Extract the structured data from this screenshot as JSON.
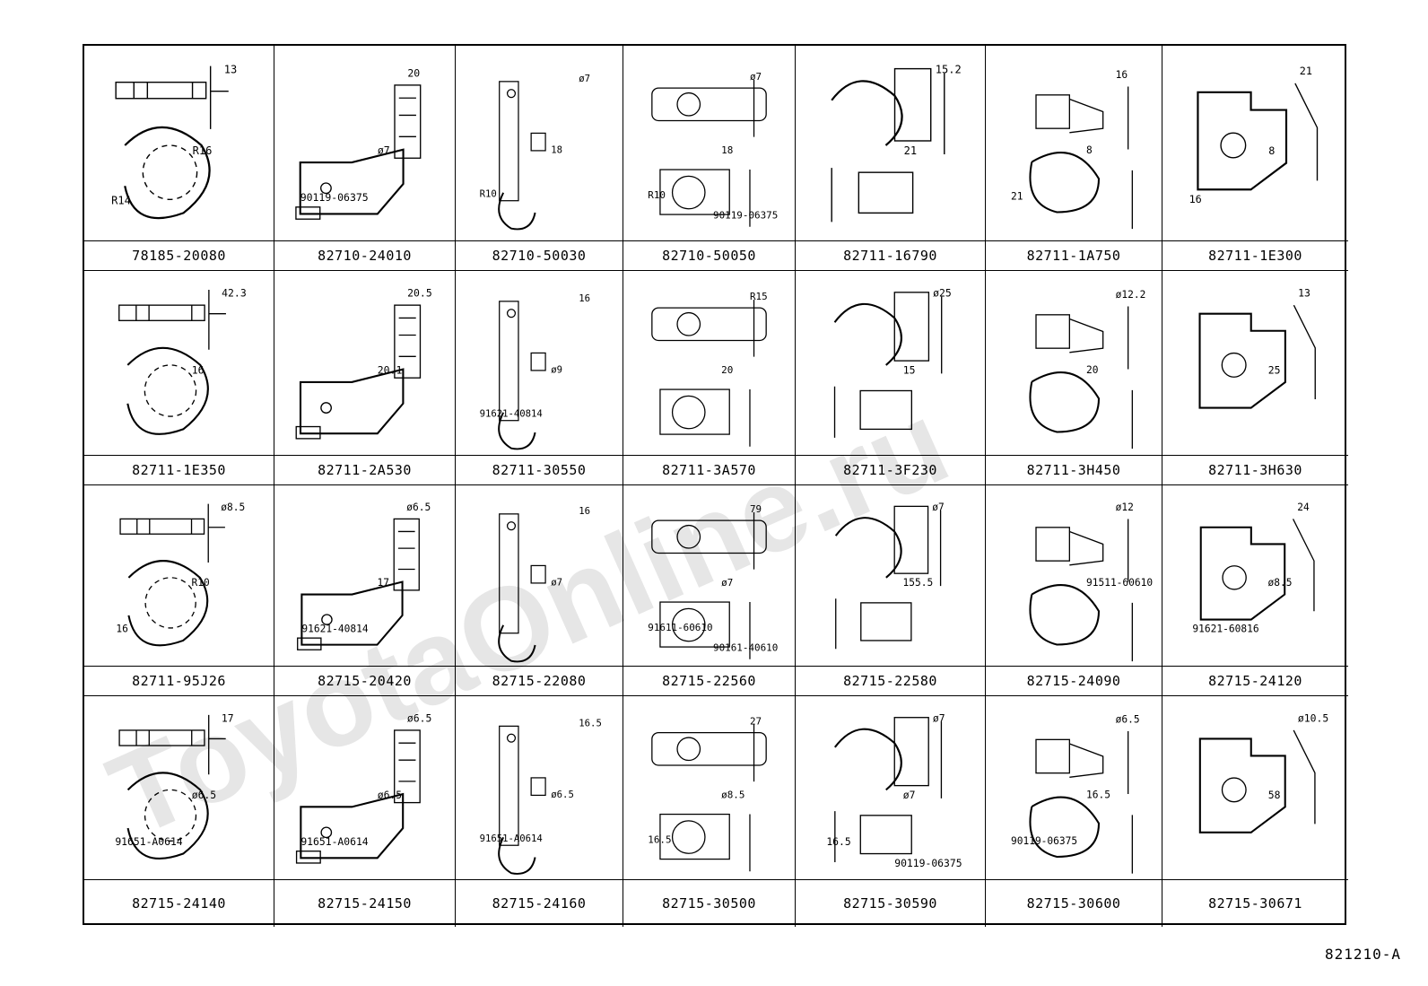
{
  "watermark": "ToyotaOnline.ru",
  "diagram_ref": "821210-A",
  "parts": [
    {
      "number": "78185-20080",
      "callouts": [
        "13",
        "R16",
        "R14"
      ]
    },
    {
      "number": "82710-24010",
      "callouts": [
        "20",
        "ø7",
        "90119-06375"
      ]
    },
    {
      "number": "82710-50030",
      "callouts": [
        "ø7",
        "18",
        "R10"
      ]
    },
    {
      "number": "82710-50050",
      "callouts": [
        "ø7",
        "18",
        "R10",
        "90119-06375"
      ]
    },
    {
      "number": "82711-16790",
      "callouts": [
        "15.2",
        "21"
      ]
    },
    {
      "number": "82711-1A750",
      "callouts": [
        "16",
        "8",
        "21"
      ]
    },
    {
      "number": "82711-1E300",
      "callouts": [
        "21",
        "8",
        "16"
      ]
    },
    {
      "number": "82711-1E350",
      "callouts": [
        "42.3",
        "16"
      ]
    },
    {
      "number": "82711-2A530",
      "callouts": [
        "20.5",
        "20.1"
      ]
    },
    {
      "number": "82711-30550",
      "callouts": [
        "16",
        "ø9",
        "91621-40814"
      ]
    },
    {
      "number": "82711-3A570",
      "callouts": [
        "R15",
        "20"
      ]
    },
    {
      "number": "82711-3F230",
      "callouts": [
        "ø25",
        "15"
      ]
    },
    {
      "number": "82711-3H450",
      "callouts": [
        "ø12.2",
        "20"
      ]
    },
    {
      "number": "82711-3H630",
      "callouts": [
        "13",
        "25"
      ]
    },
    {
      "number": "82711-95J26",
      "callouts": [
        "ø8.5",
        "R10",
        "16"
      ]
    },
    {
      "number": "82715-20420",
      "callouts": [
        "ø6.5",
        "17",
        "91621-40814"
      ]
    },
    {
      "number": "82715-22080",
      "callouts": [
        "16",
        "ø7"
      ]
    },
    {
      "number": "82715-22560",
      "callouts": [
        "79",
        "ø7",
        "91611-60610",
        "90161-40610"
      ]
    },
    {
      "number": "82715-22580",
      "callouts": [
        "ø7",
        "155.5"
      ]
    },
    {
      "number": "82715-24090",
      "callouts": [
        "ø12",
        "91511-60610"
      ]
    },
    {
      "number": "82715-24120",
      "callouts": [
        "24",
        "ø8.5",
        "91621-60816"
      ]
    },
    {
      "number": "82715-24140",
      "callouts": [
        "17",
        "ø6.5",
        "91651-A0614"
      ]
    },
    {
      "number": "82715-24150",
      "callouts": [
        "ø6.5",
        "ø6.5",
        "91651-A0614"
      ]
    },
    {
      "number": "82715-24160",
      "callouts": [
        "16.5",
        "ø6.5",
        "91651-A0614"
      ]
    },
    {
      "number": "82715-30500",
      "callouts": [
        "27",
        "ø8.5",
        "16.5"
      ]
    },
    {
      "number": "82715-30590",
      "callouts": [
        "ø7",
        "ø7",
        "16.5",
        "90119-06375"
      ]
    },
    {
      "number": "82715-30600",
      "callouts": [
        "ø6.5",
        "16.5",
        "90119-06375"
      ]
    },
    {
      "number": "82715-30671",
      "callouts": [
        "ø10.5",
        "58"
      ]
    }
  ]
}
